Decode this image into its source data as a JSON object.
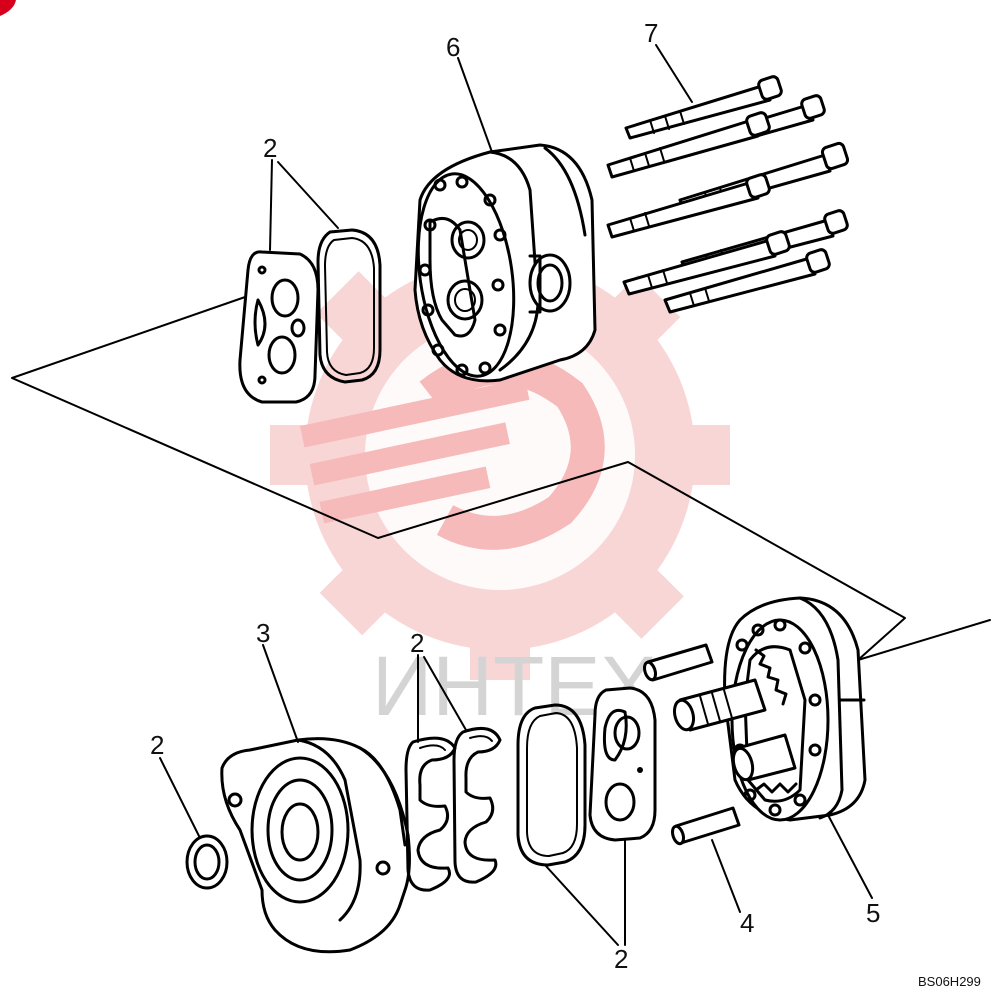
{
  "callouts": {
    "c6": "6",
    "c7": "7",
    "c2_top": "2",
    "c3": "3",
    "c2_mid": "2",
    "c2_left": "2",
    "c2_bottom": "2",
    "c4": "4",
    "c5": "5"
  },
  "drawing_code": "BS06H299",
  "watermark": {
    "text": "ИНТЕХ",
    "color": "#f3a0a0"
  }
}
